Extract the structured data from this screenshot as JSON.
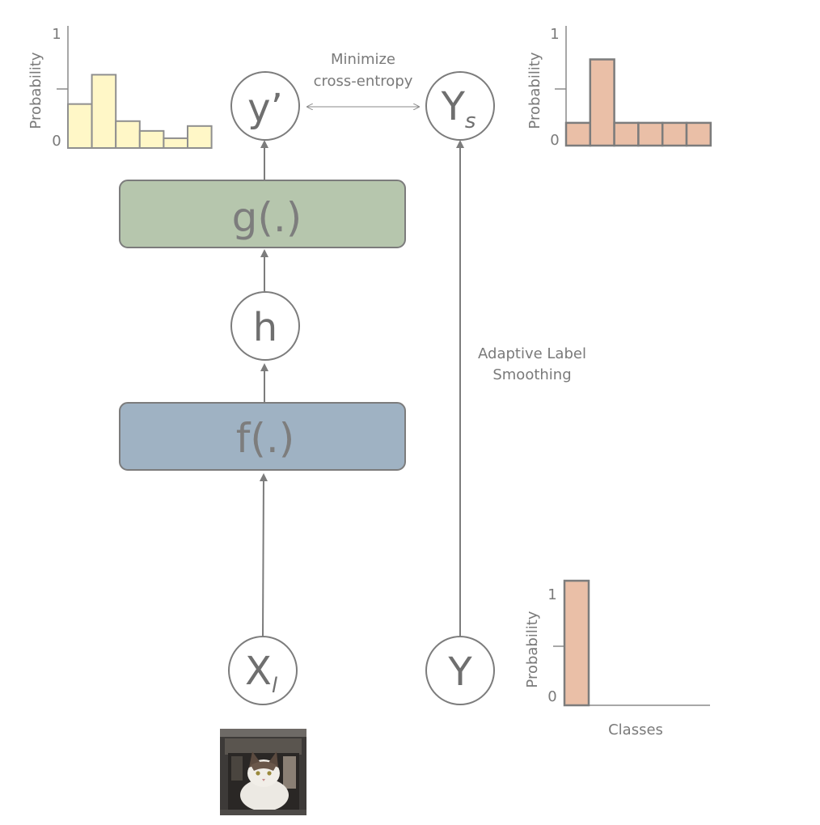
{
  "blocks": {
    "g_label": "g(.)",
    "f_label": "f(.)",
    "g_color": "#b6c6ad",
    "f_color": "#9fb2c3"
  },
  "nodes": {
    "y_prime": "y’",
    "h": "h",
    "x_main": "X",
    "x_sub": "l",
    "y_s_main": "Y",
    "y_s_sub": "s",
    "y": "Y"
  },
  "annotations": {
    "minimize_line1": "Minimize",
    "minimize_line2": "cross-entropy",
    "smoothing_line1": "Adaptive Label",
    "smoothing_line2": "Smoothing"
  },
  "image": {
    "alt": "cat"
  },
  "chart_data": [
    {
      "type": "bar",
      "ylabel": "Probability",
      "xlabel": "",
      "ylim": [
        0,
        1
      ],
      "yticks": [
        "1",
        "0"
      ],
      "values": [
        0.36,
        0.6,
        0.22,
        0.14,
        0.08,
        0.18
      ],
      "color": "#fff7c7"
    },
    {
      "type": "bar",
      "ylabel": "Probability",
      "xlabel": "",
      "ylim": [
        0,
        1
      ],
      "yticks": [
        "1",
        "0"
      ],
      "values": [
        0.19,
        0.72,
        0.19,
        0.19,
        0.19,
        0.19
      ],
      "color": "#eabfa7"
    },
    {
      "type": "bar",
      "ylabel": "Probability",
      "xlabel": "Classes",
      "ylim": [
        0,
        1
      ],
      "yticks": [
        "1",
        "0"
      ],
      "values": [
        1.0,
        0,
        0,
        0,
        0,
        0
      ],
      "color": "#eabfa7"
    }
  ]
}
